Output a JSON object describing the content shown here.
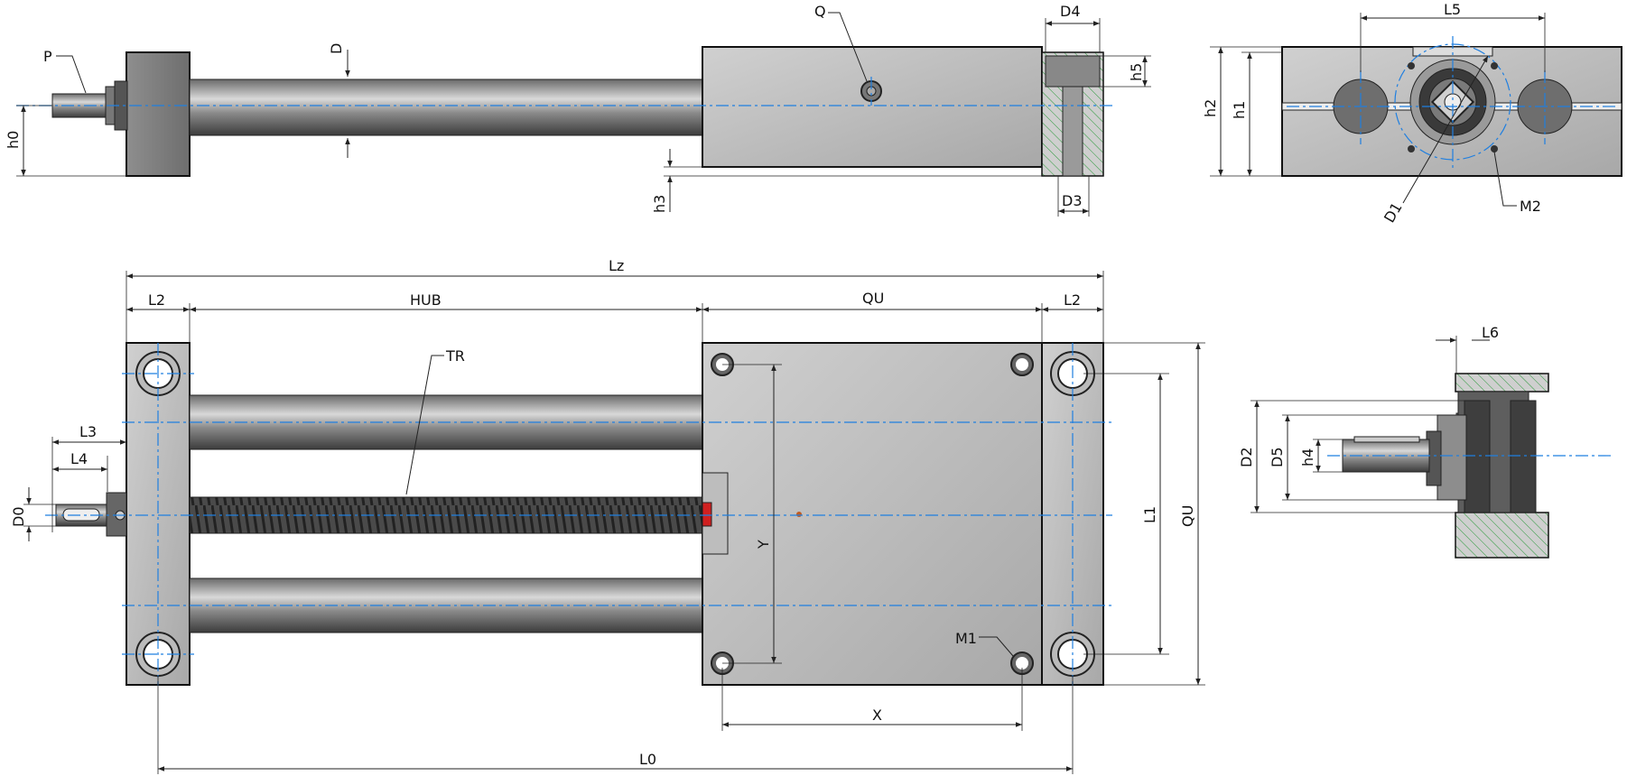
{
  "labels": {
    "P": "P",
    "Q": "Q",
    "D": "D",
    "D4": "D4",
    "h5": "h5",
    "h0": "h0",
    "h3": "h3",
    "D3": "D3",
    "L5": "L5",
    "h2": "h2",
    "h1": "h1",
    "D1": "D1",
    "M2": "M2",
    "Lz": "Lz",
    "L2_left": "L2",
    "HUB": "HUB",
    "QU_top": "QU",
    "L2_right": "L2",
    "TR": "TR",
    "L3": "L3",
    "L4": "L4",
    "D0": "D0",
    "Y": "Y",
    "L1": "L1",
    "QU_side": "QU",
    "M1": "M1",
    "X": "X",
    "L0": "L0",
    "L6": "L6",
    "D2": "D2",
    "D5": "D5",
    "h4": "h4"
  },
  "colors": {
    "metal_light": "#b8b8b8",
    "metal_dark": "#5a5a5a",
    "centerline": "#1f7fe0",
    "hatch": "#2a9a3a",
    "marker_red": "#d02020"
  }
}
